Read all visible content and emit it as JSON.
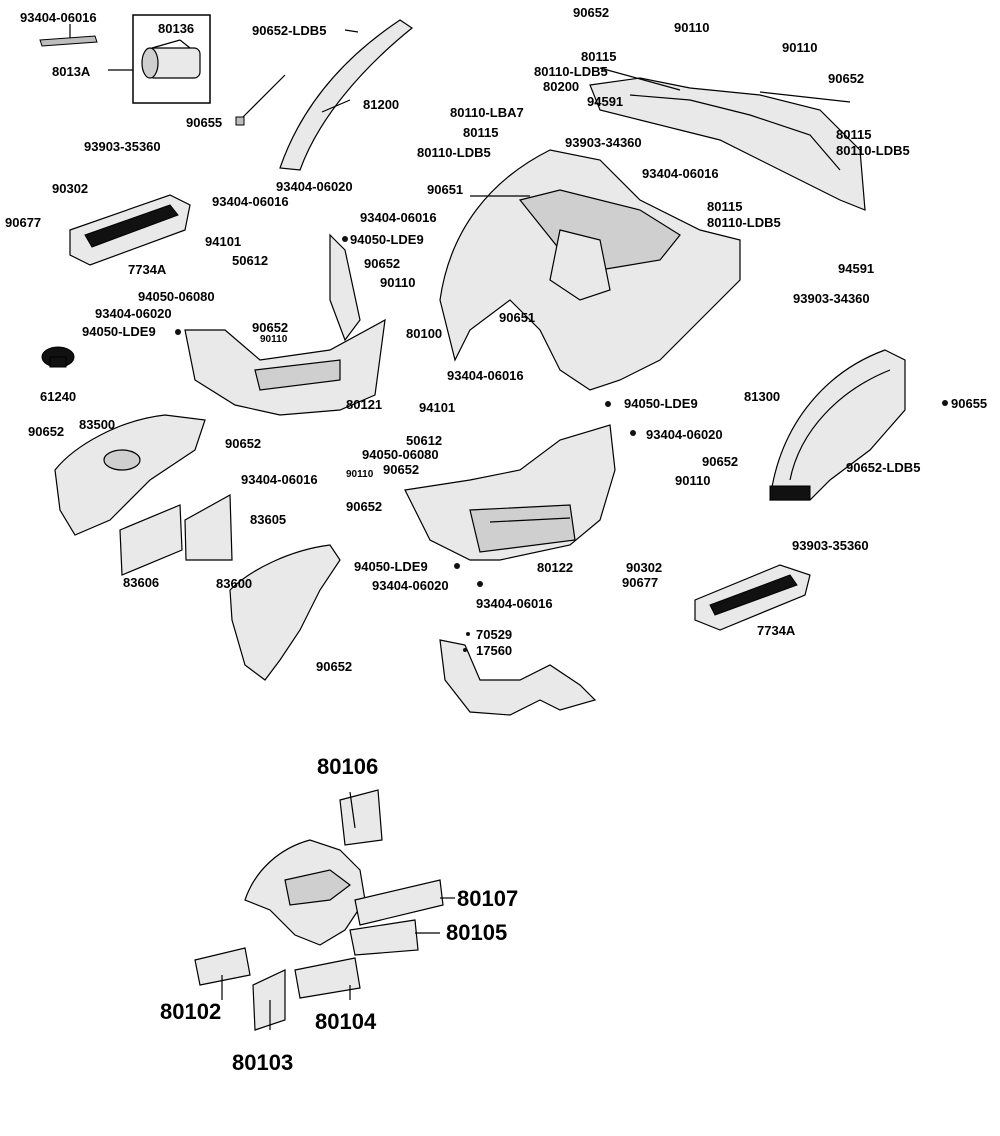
{
  "labels": {
    "l1": "93404-06016",
    "l2": "80136",
    "l3": "8013A",
    "l4": "90652-LDB5",
    "l5": "90655",
    "l6": "81200",
    "l7": "90652",
    "l8": "90110",
    "l9": "80115",
    "l10": "80110-LDB5",
    "l11": "80200",
    "l12": "90110",
    "l13": "90652",
    "l14": "94591",
    "l15": "80110-LBA7",
    "l16": "80115",
    "l17": "80110-LDB5",
    "l18": "93903-34360",
    "l19": "80115",
    "l20": "80110-LDB5",
    "l21": "93903-35360",
    "l22": "90302",
    "l23": "90677",
    "l24": "7734A",
    "l25": "93404-06020",
    "l26": "93404-06016",
    "l27": "93404-06016",
    "l28": "90651",
    "l29": "93404-06016",
    "l30": "80115",
    "l31": "80110-LDB5",
    "l32": "94101",
    "l33": "94050-LDE9",
    "l34": "50612",
    "l35": "90652",
    "l36": "90110",
    "l37": "94050-06080",
    "l38": "93404-06020",
    "l39": "90652",
    "l40": "94050-LDE9",
    "l41": "90110",
    "l42": "94591",
    "l43": "93903-34360",
    "l44": "80100",
    "l45": "90651",
    "l46": "61240",
    "l47": "80121",
    "l48": "93404-06016",
    "l49": "94101",
    "l50": "94050-LDE9",
    "l51": "81300",
    "l52": "90655",
    "l53": "90652",
    "l54": "83500",
    "l55": "90652",
    "l56": "50612",
    "l57": "93404-06020",
    "l58": "93404-06016",
    "l59": "94050-06080",
    "l60": "90110",
    "l61": "90652",
    "l62": "90652",
    "l63": "90652-LDB5",
    "l64": "90110",
    "l65": "90652",
    "l66": "83605",
    "l67": "83606",
    "l68": "93903-35360",
    "l69": "94050-LDE9",
    "l70": "80122",
    "l71": "90302",
    "l72": "83600",
    "l73": "93404-06020",
    "l74": "90677",
    "l75": "93404-06016",
    "l76": "7734A",
    "l77": "70529",
    "l78": "17560",
    "l79": "90652",
    "l80": "80106",
    "l81": "80107",
    "l82": "80105",
    "l83": "80102",
    "l84": "80104",
    "l85": "80103"
  }
}
